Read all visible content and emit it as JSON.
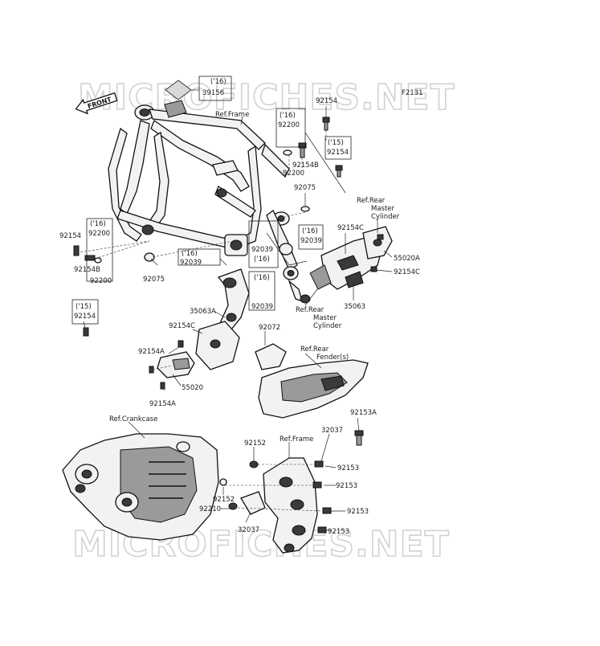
{
  "diagram_code": "F2131",
  "watermark_text": "MICROFICHES.NET",
  "front_arrow_label": "FRONT",
  "labels": {
    "y16_a": "('16)",
    "p39156": "39156",
    "ref_frame_top": "Ref.Frame",
    "p92154_top": "92154",
    "y16_b": "('16)",
    "p92200_top": "92200",
    "p92154B_top": "92154B",
    "p92200_mid": "92200",
    "y15_a": "('15)",
    "p92154_r": "92154",
    "p92075_r": "92075",
    "ref_rear_master_top": "Ref.Rear",
    "ref_rear_master_top2": "Master",
    "ref_rear_master_top3": "Cylinder",
    "p92154C_r": "92154C",
    "p55020A": "55020A",
    "p92154C_r2": "92154C",
    "p35063": "35063",
    "y16_c": "('16)",
    "p92039_c1": "92039",
    "p92039_c2": "92039",
    "y16_d": "('16)",
    "ref_rear_master_bot": "Ref.Rear",
    "ref_rear_master_bot2": "Master",
    "ref_rear_master_bot3": "Cylinder",
    "p92154_l": "92154",
    "y16_e": "('16)",
    "p92200_l1": "92200",
    "p92154B_l": "92154B",
    "p92200_l2": "92200",
    "p92075_l": "92075",
    "y16_f": "('16)",
    "p92039_l": "92039",
    "y16_g": "('16)",
    "p92039_lb": "92039",
    "y15_b": "('15)",
    "p92154_lb": "92154",
    "p35063A": "35063A",
    "p92154C_l": "92154C",
    "p92154A_l": "92154A",
    "p55020": "55020",
    "p92154A_lb": "92154A",
    "p92072": "92072",
    "ref_rear_fender": "Ref.Rear",
    "ref_rear_fender2": "Fender(s)",
    "ref_crankcase": "Ref.Crankcase",
    "ref_frame_bot": "Ref.Frame",
    "p92153A": "92153A",
    "p32037_t": "32037",
    "p92152_t": "92152",
    "p92153_1": "92153",
    "p92153_2": "92153",
    "p92152_b": "92152",
    "p92210": "92210",
    "p92153_3": "92153",
    "p32037_b": "32037",
    "p92153_4": "92153"
  }
}
